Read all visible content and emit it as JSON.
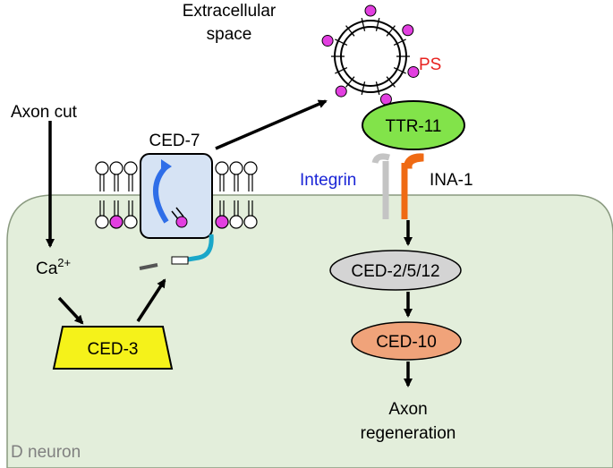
{
  "labels": {
    "extracellular_line1": "Extracellular",
    "extracellular_line2": "space",
    "ps": "PS",
    "axon_cut": "Axon cut",
    "ced7": "CED-7",
    "ttr11": "TTR-11",
    "integrin": "Integrin",
    "ina1": "INA-1",
    "ca_base": "Ca",
    "ca_sup": "2+",
    "ced3": "CED-3",
    "ced2512": "CED-2/5/12",
    "ced10": "CED-10",
    "axon_regen_line1": "Axon",
    "axon_regen_line2": "regeneration",
    "d_neuron": "D neuron"
  },
  "colors": {
    "cell_fill": "#e3eedb",
    "cell_stroke": "#8a9a80",
    "ps_magenta": "#e23fe0",
    "ps_label": "#e8221f",
    "ttr11_fill": "#82e34a",
    "ced7_fill": "#d6e3f4",
    "rotation_arrow": "#2f6ee8",
    "ced7_tail": "#1aa7c9",
    "integrin_gray": "#c4c4c4",
    "ina1_orange": "#ef6a14",
    "integrin_label": "#1a25d6",
    "ced3_fill": "#f5f21a",
    "ced2512_fill": "#d4d4d4",
    "ced10_fill": "#f0a37a",
    "d_neuron_label": "#808080"
  }
}
